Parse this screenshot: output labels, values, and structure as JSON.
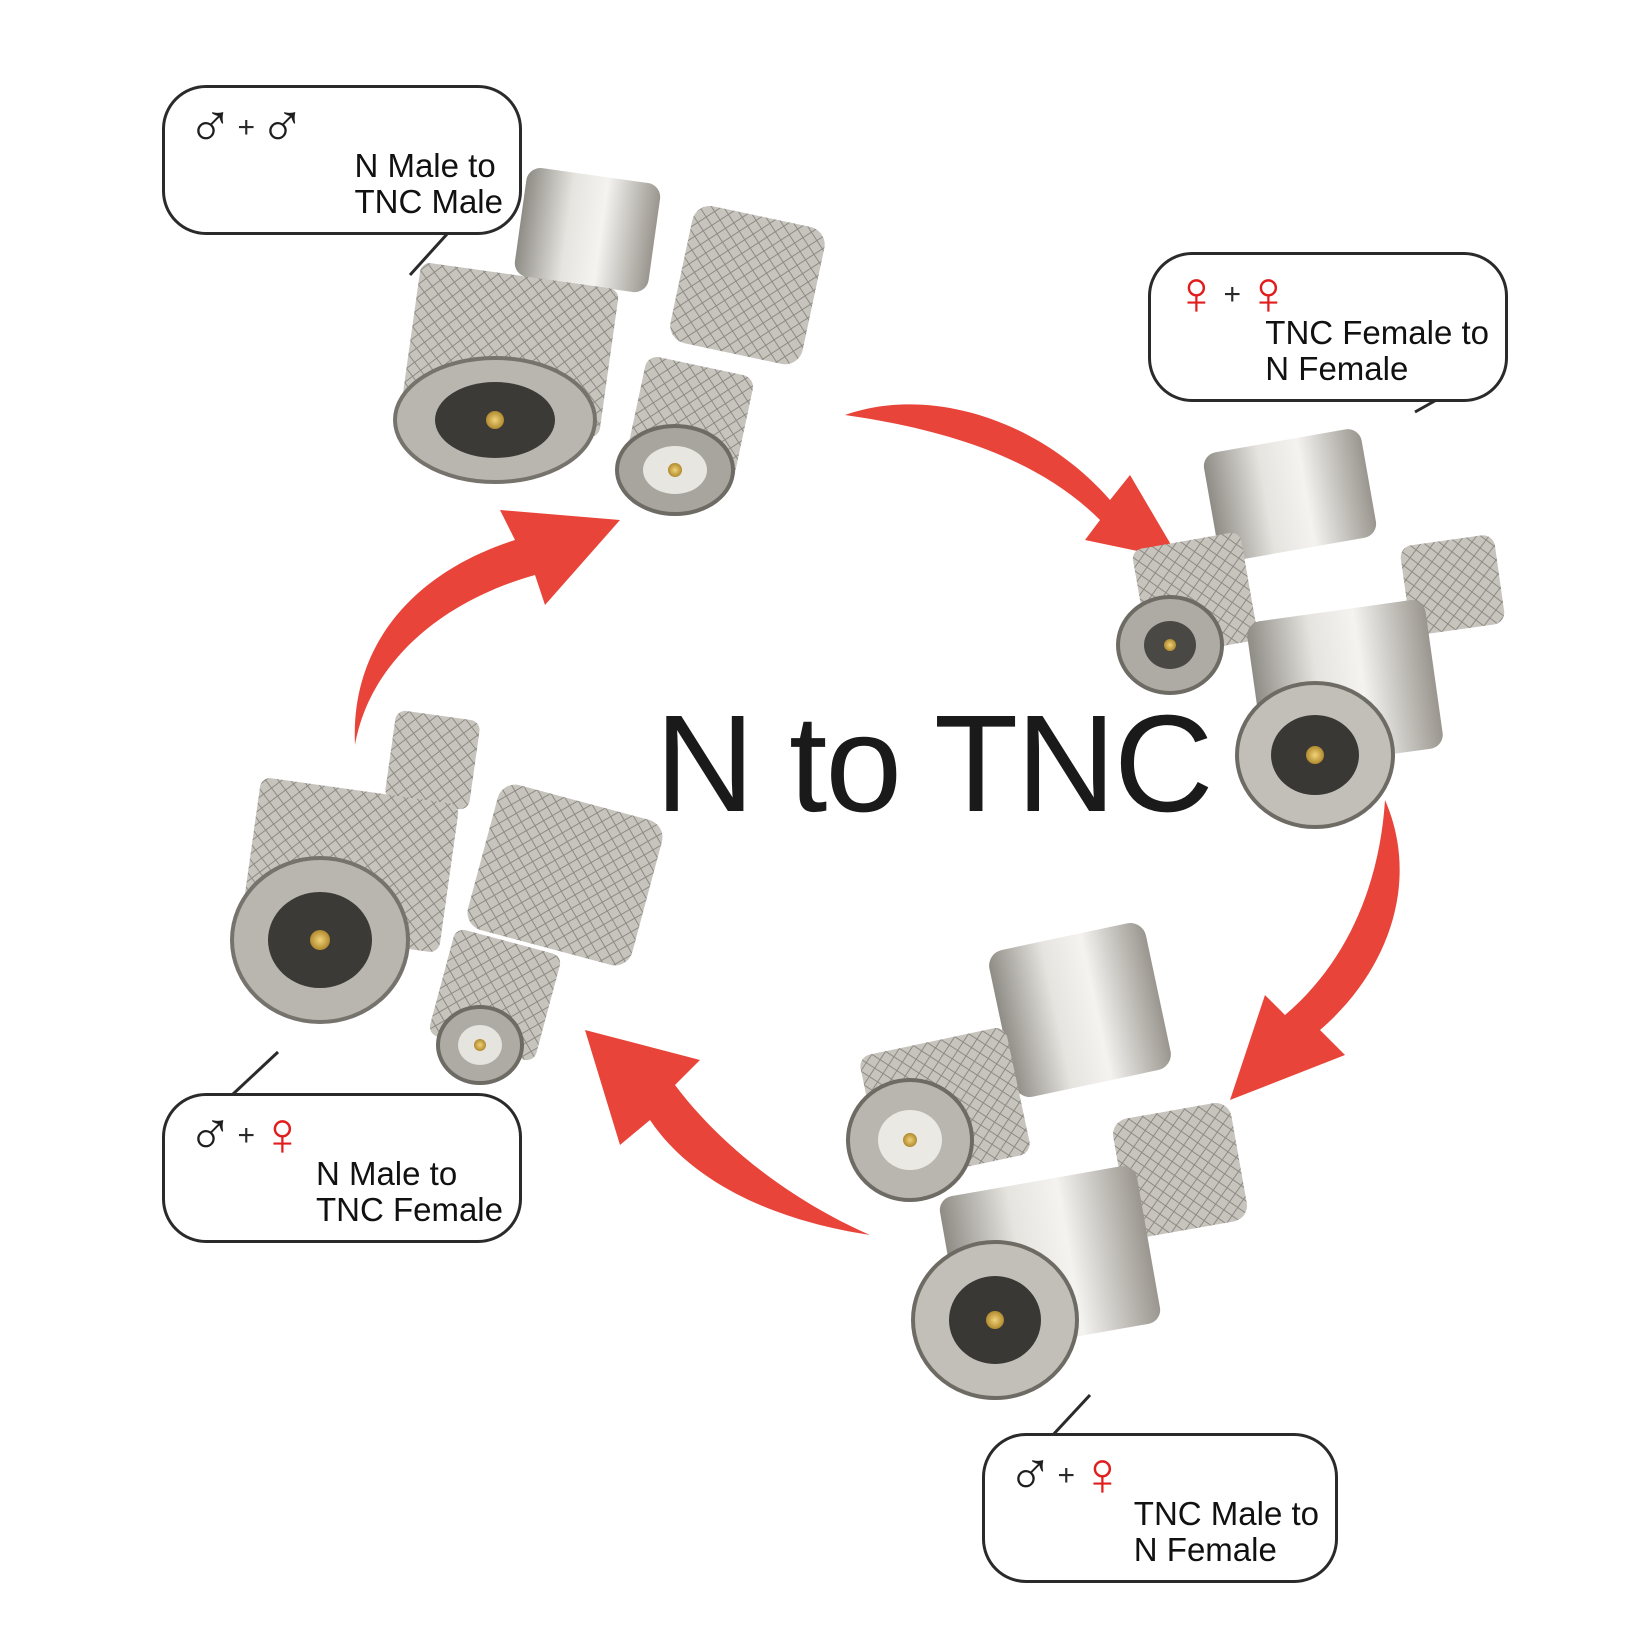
{
  "title": "N to TNC",
  "colors": {
    "arrow": "#e8443a",
    "male_symbol": "#1e1e1e",
    "female_symbol": "#e01e1e",
    "metal": "#c9c6c0"
  },
  "symbols": {
    "male": "♂",
    "female": "♀",
    "plus": "+"
  },
  "bubbles": [
    {
      "id": "n-male-tnc-male",
      "line1": "N Male to",
      "line2": "TNC Male",
      "left_symbol": "male",
      "right_symbol": "male"
    },
    {
      "id": "tnc-female-n-female",
      "line1": "TNC Female to",
      "line2": "N Female",
      "left_symbol": "female",
      "right_symbol": "female"
    },
    {
      "id": "n-male-tnc-female",
      "line1": "N Male to",
      "line2": "TNC Female",
      "left_symbol": "male",
      "right_symbol": "female"
    },
    {
      "id": "tnc-male-n-female",
      "line1": "TNC Male to",
      "line2": "N Female",
      "left_symbol": "male",
      "right_symbol": "female"
    }
  ]
}
